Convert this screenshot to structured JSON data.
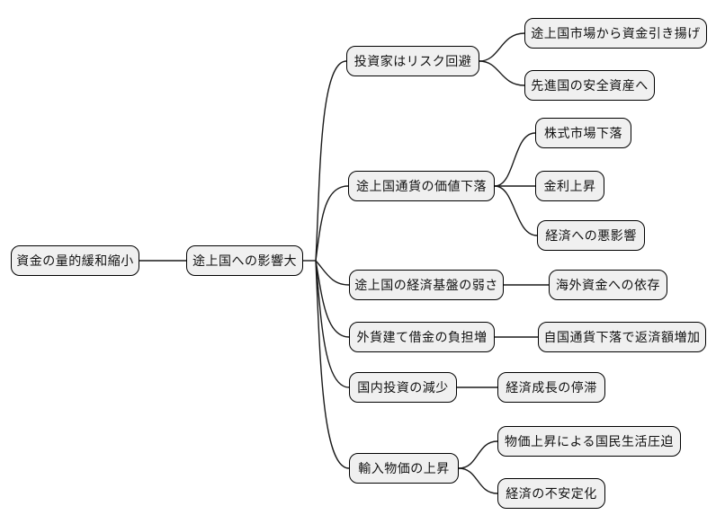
{
  "diagram_type": "mindmap",
  "style": {
    "background": "#ffffff",
    "node_fill": "#f0f0f0",
    "node_border": "#000000",
    "edge_color": "#1a1a1a",
    "text_color": "#111111"
  },
  "mindmap": {
    "root": {
      "label": "資金の量的緩和縮小",
      "children": [
        {
          "label": "途上国への影響大",
          "children": [
            {
              "label": "投資家はリスク回避",
              "children": [
                {
                  "label": "途上国市場から資金引き揚げ"
                },
                {
                  "label": "先進国の安全資産へ"
                }
              ]
            },
            {
              "label": "途上国通貨の価値下落",
              "children": [
                {
                  "label": "株式市場下落"
                },
                {
                  "label": "金利上昇"
                },
                {
                  "label": "経済への悪影響"
                }
              ]
            },
            {
              "label": "途上国の経済基盤の弱さ",
              "children": [
                {
                  "label": "海外資金への依存"
                }
              ]
            },
            {
              "label": "外貨建て借金の負担増",
              "children": [
                {
                  "label": "自国通貨下落で返済額増加"
                }
              ]
            },
            {
              "label": "国内投資の減少",
              "children": [
                {
                  "label": "経済成長の停滞"
                }
              ]
            },
            {
              "label": "輸入物価の上昇",
              "children": [
                {
                  "label": "物価上昇による国民生活圧迫"
                },
                {
                  "label": "経済の不安定化"
                }
              ]
            }
          ]
        }
      ]
    }
  }
}
